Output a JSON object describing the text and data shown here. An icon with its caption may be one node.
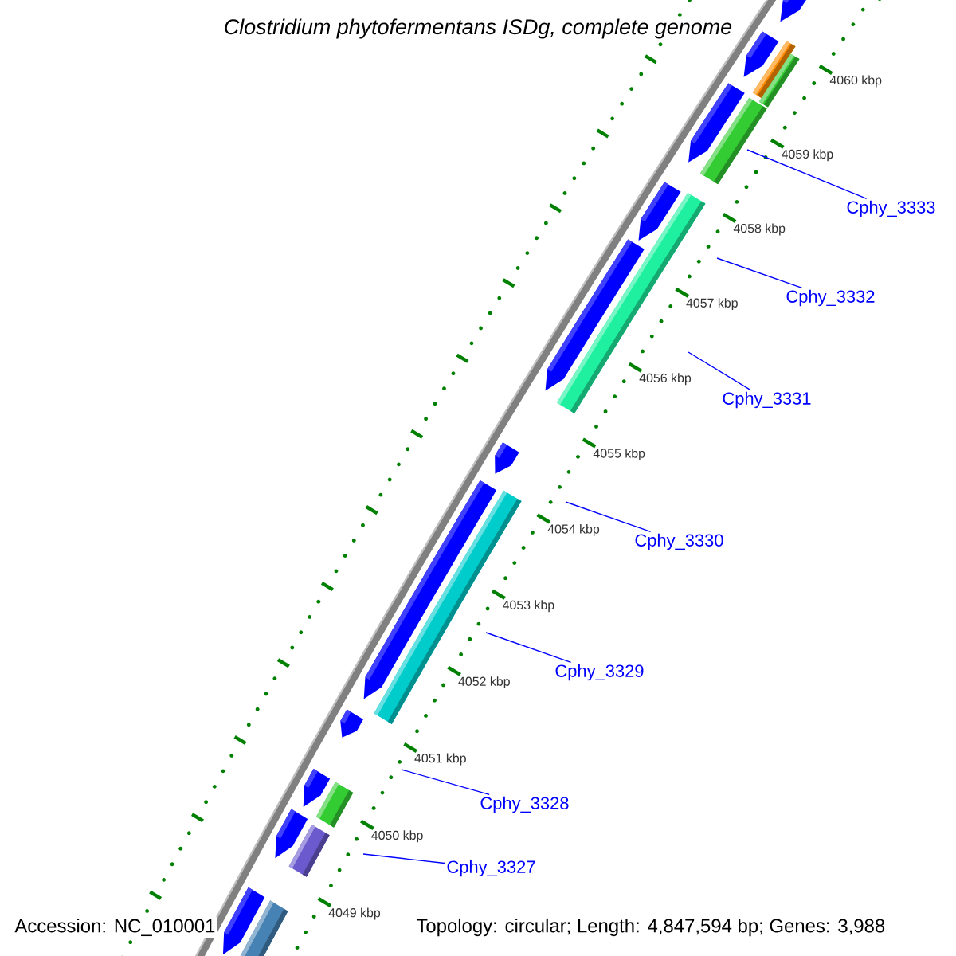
{
  "diagram": {
    "title": "Clostridium phytofermentans ISDg, complete genome",
    "nodes": [
      {
        "text": [
          "Cphy_3333"
        ]
      },
      {
        "text": [
          "Cphy_3332"
        ]
      },
      {
        "text": [
          "Cphy_3331"
        ]
      },
      {
        "text": [
          "Cphy_3330"
        ]
      },
      {
        "text": [
          "Cphy_3329"
        ]
      },
      {
        "text": [
          "Cphy_3328"
        ]
      },
      {
        "text": [
          "Cphy_3327"
        ]
      }
    ],
    "edges": [
      {
        "from": 0,
        "to": null,
        "arrow": "none"
      },
      {
        "from": 1,
        "to": null,
        "arrow": "none"
      },
      {
        "from": 2,
        "to": null,
        "arrow": "none"
      },
      {
        "from": 3,
        "to": null,
        "arrow": "none"
      },
      {
        "from": 4,
        "to": null,
        "arrow": "none"
      },
      {
        "from": 5,
        "to": null,
        "arrow": "none"
      },
      {
        "from": 6,
        "to": null,
        "arrow": "none"
      }
    ],
    "labels": [
      "4060 kbp",
      "4059 kbp",
      "4058 kbp",
      "4057 kbp",
      "4056 kbp",
      "4055 kbp",
      "4054 kbp",
      "4053 kbp",
      "4052 kbp",
      "4051 kbp",
      "4050 kbp",
      "4049 kbp",
      "Accession: NC_010001",
      "Topology: circular; Length: 4,847,594 bp; Genes: 3,988"
    ]
  }
}
